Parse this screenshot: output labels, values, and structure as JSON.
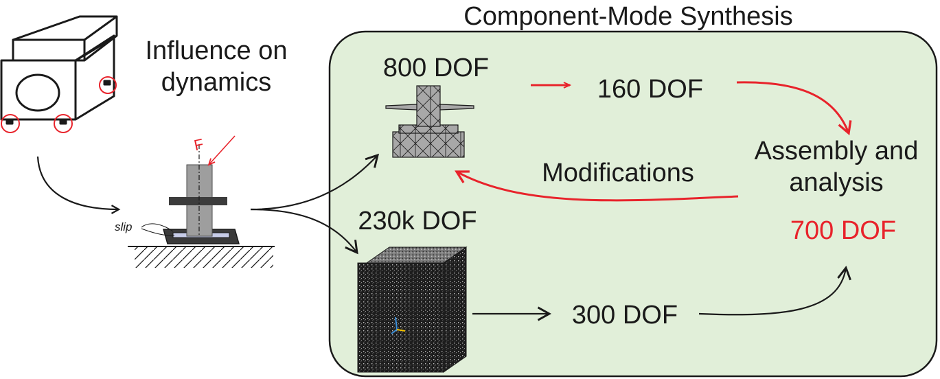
{
  "title": "Component-Mode Synthesis",
  "influence": {
    "line1": "Influence on",
    "line2": "dynamics"
  },
  "slip_label": "slip",
  "force_label": "F",
  "dof": {
    "fine_small": "800 DOF",
    "reduced_small": "160 DOF",
    "fine_large": "230k DOF",
    "reduced_large": "300 DOF",
    "assembled": "700 DOF"
  },
  "assembly": {
    "line1": "Assembly and",
    "line2": "analysis"
  },
  "modifications": "Modifications",
  "colors": {
    "panel_fill": "#e1efd9",
    "accent_red": "#e8232b",
    "text": "#1a1a1a",
    "mesh_gray": "#a8a8a8"
  }
}
